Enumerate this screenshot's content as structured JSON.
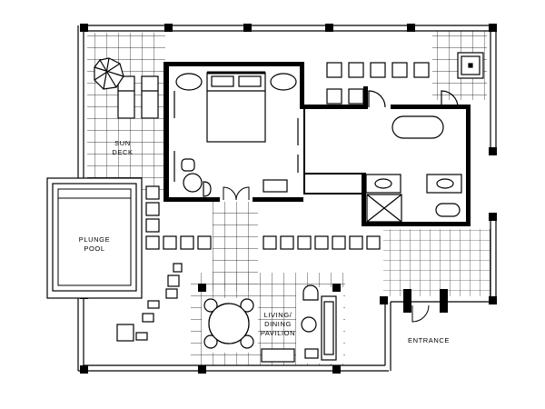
{
  "labels": {
    "sun_deck_1": "SUN",
    "sun_deck_2": "DECK",
    "plunge_pool_1": "PLUNGE",
    "plunge_pool_2": "POOL",
    "living_1": "LIVING/",
    "living_2": "DINING",
    "living_3": "PAVILION",
    "entrance": "ENTRANCE"
  },
  "colors": {
    "ink": "#000000",
    "paper": "#ffffff"
  }
}
